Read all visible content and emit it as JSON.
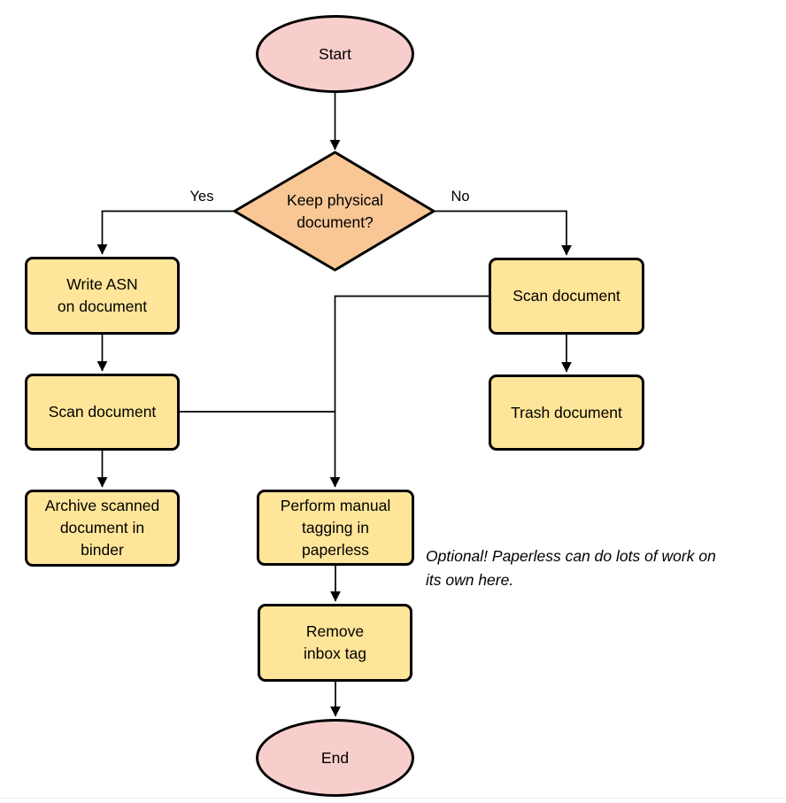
{
  "colors": {
    "terminal_fill": "#f8cecc",
    "process_fill": "#ffe599",
    "decision_fill": "#f9c795",
    "stroke": "#000000",
    "divider": "#ececec"
  },
  "nodes": {
    "start": {
      "label": "Start"
    },
    "decision": {
      "label": "Keep physical\ndocument?"
    },
    "write_asn": {
      "label": "Write ASN\non document"
    },
    "scan_left": {
      "label": "Scan document"
    },
    "archive": {
      "label": "Archive scanned\ndocument in\nbinder"
    },
    "scan_right": {
      "label": "Scan document"
    },
    "trash": {
      "label": "Trash document"
    },
    "tagging": {
      "label": "Perform manual\ntagging in\npaperless"
    },
    "remove_inbox": {
      "label": "Remove\ninbox tag"
    },
    "end": {
      "label": "End"
    }
  },
  "edge_labels": {
    "yes": "Yes",
    "no": "No"
  },
  "annotation": {
    "text": "Optional! Paperless can do lots of work on\nits own here."
  }
}
